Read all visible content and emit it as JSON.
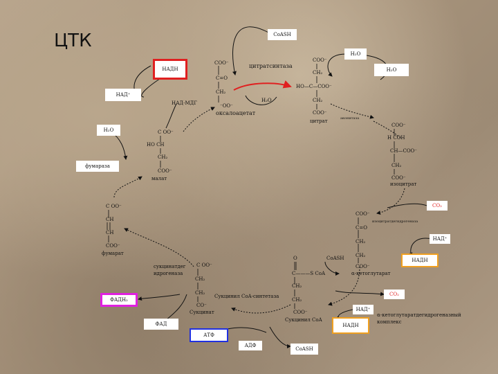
{
  "title": "ЦТК",
  "boxes": {
    "coash_top": "CoASH",
    "nadh_top": "НАДН",
    "nad_plus_left": "НАД⁺",
    "h2o_top_right": "H₂O",
    "h2o_right": "H₂O",
    "h2o_left": "H₂O",
    "fumarase": "фумараза",
    "co2_right": "CO₂",
    "nad_plus_right": "НАД⁺",
    "nadh_right": "НАДН",
    "co2_lower": "CO₂",
    "nad_plus_lower": "НАД⁺",
    "nadh_lower": "НАДН",
    "fadh2": "ФАДН₂",
    "fad": "ФАД",
    "atf": "АТФ",
    "adf": "АДФ",
    "coash_bottom": "CoASH"
  },
  "labels": {
    "citrate_synthase": "цитратсинтаза",
    "nad_mdg": "НАД-МДГ",
    "oxaloacetate": "оксалоацетат",
    "citrate": "цитрат",
    "aconitase": "аконитаза",
    "malate": "малат",
    "isocitrate": "изоцитрат",
    "fumarate": "фумарат",
    "isocitrate_dh": "изоцитратдегидрогеназа",
    "alpha_kg": "α-кетоглутарат",
    "sdh_line1": "сукцинатдег",
    "sdh_line2": "идрогеназа",
    "succinyl_coa_synthetase": "Сукцинил CoA-синтетаза",
    "succinate": "Сукцинат",
    "succinyl_coa": "Сукцинил CoA",
    "coash_mid": "CoASH",
    "akg_complex_line1": "α-кетоглутаратдегидрогеназный",
    "akg_complex_line2": "комплекс",
    "h2o_mid": "H₂O"
  },
  "formulas": {
    "oaa_coo_top": "COO⁻",
    "oaa_co": "C=O",
    "oaa_ch2": "CH₂",
    "oaa_coo_bottom": "⁻OO⁻",
    "cit_coo_top": "COO⁻",
    "cit_ch2_top": "CH₂",
    "cit_c": "HO—C—COO⁻",
    "cit_ch2_bottom": "CH₂",
    "cit_coo_bottom": "COO⁻",
    "mal_coo_top": "C OO⁻",
    "mal_choh": "HO CH",
    "mal_ch2": "CH₂",
    "mal_coo_bottom": "COO⁻",
    "iso_coo_top": "COO⁻",
    "iso_choh": "H COH",
    "iso_ch": "CH—COO⁻",
    "iso_ch2": "CH₂",
    "iso_coo_bottom": "COO⁻",
    "fum_coo_top": "C OO⁻",
    "fum_ch1": "CH",
    "fum_ch2": "CH",
    "fum_coo_bottom": "COO⁻",
    "akg_coo_top": "COO⁻",
    "akg_co": "C=O",
    "akg_ch2_1": "CH₂",
    "akg_ch2_2": "CH₂",
    "akg_coo_bottom": "COO⁻",
    "suc_coo_top": "C OO⁻",
    "suc_ch2_1": "CH₂",
    "suc_ch2_2": "CH₂",
    "suc_coo_bottom": "CO⁻",
    "scoa_o": "O",
    "scoa_c": "C———S CoA",
    "scoa_ch2_1": "CH₂",
    "scoa_ch2_2": "CH₂",
    "scoa_coo": "COO⁻"
  },
  "colors": {
    "red_border": "#e02020",
    "magenta_border": "#e020e0",
    "blue_border": "#2030e0",
    "orange_border": "#f0a020",
    "red_arrow": "#e02020",
    "red_text": "#e02020"
  }
}
